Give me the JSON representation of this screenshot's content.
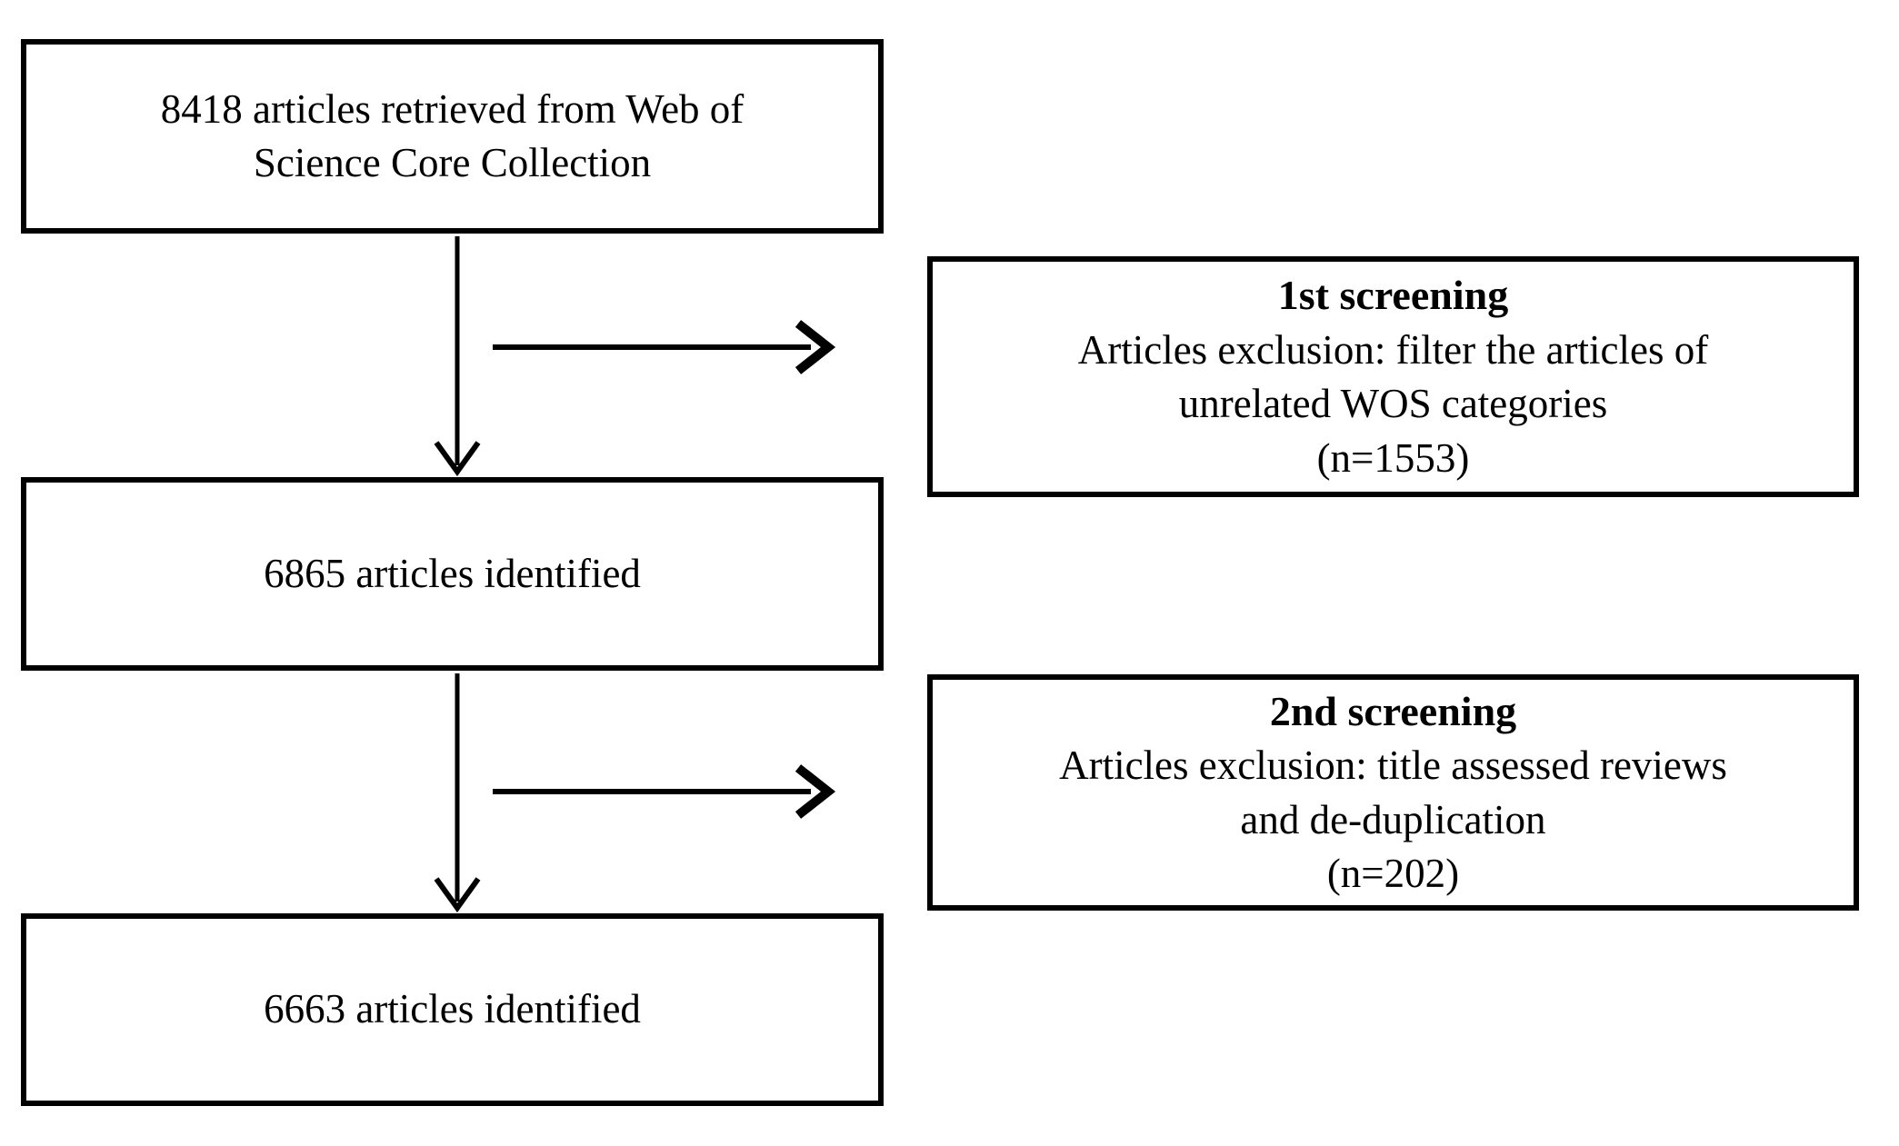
{
  "colors": {
    "background": "#ffffff",
    "border": "#000000",
    "text": "#000000"
  },
  "flow_boxes": [
    {
      "text": "8418 articles retrieved from Web of Science Core Collection",
      "lines": [
        "8418 articles retrieved from Web of",
        "Science Core Collection"
      ]
    },
    {
      "text": "6865 articles identified",
      "lines": [
        "6865 articles identified"
      ]
    },
    {
      "text": "6663 articles identified",
      "lines": [
        "6663 articles identified"
      ]
    }
  ],
  "screening_boxes": [
    {
      "title": "1st screening",
      "description": "Articles exclusion: filter the articles of unrelated WOS categories",
      "lines": [
        "Articles exclusion: filter the articles of",
        "unrelated WOS categories"
      ],
      "count": "(n=1553)"
    },
    {
      "title": "2nd screening",
      "description": "Articles exclusion: title assessed reviews and de-duplication",
      "lines": [
        "Articles exclusion: title assessed reviews",
        "and de-duplication"
      ],
      "count": "(n=202)"
    }
  ]
}
